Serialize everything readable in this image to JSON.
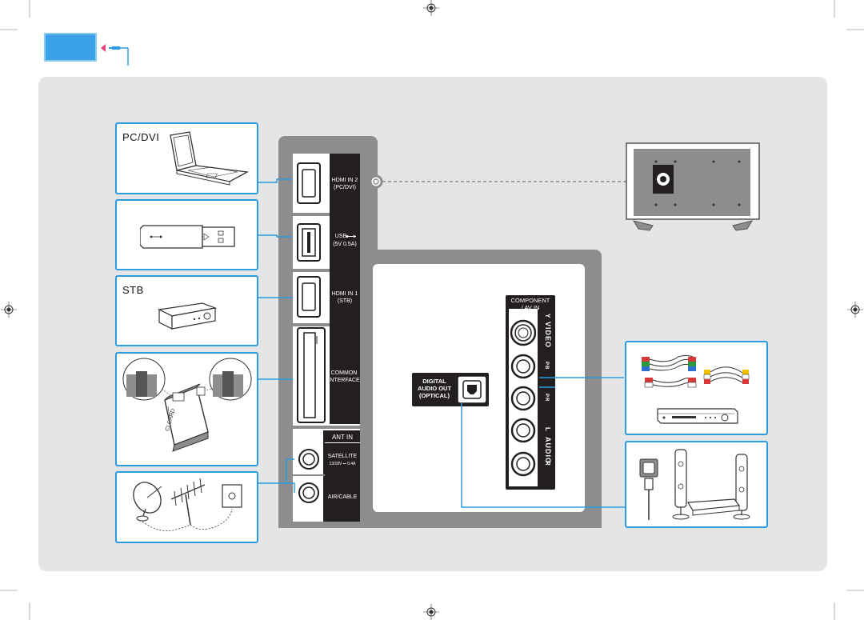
{
  "pc_dvi_label": "PC/DVI",
  "stb_label": "STB",
  "ports": {
    "hdmi2": "HDMI IN 2\n(PC/DVI)",
    "usb": "USB",
    "usb_rating": "(5V 0.5A)",
    "hdmi1": "HDMI IN 1\n(STB)",
    "common_interface": "COMMON\nINTERFACE",
    "ant_in": "ANT IN",
    "satellite": "SATELLITE",
    "satellite_rating": "13/18V ⎓ 0.4A",
    "air_cable": "AIR/CABLE"
  },
  "component": {
    "header": "COMPONENT\n/ AV IN",
    "video": "VIDEO",
    "audio": "AUDIO",
    "y_mark": "Y",
    "pb_mark": "PB",
    "pr_mark": "PR",
    "l_mark": "L",
    "r_mark": "R"
  },
  "optical": {
    "label": "DIGITAL\nAUDIO OUT\n(OPTICAL)"
  },
  "ci_card_text": "CI CARD",
  "colors": {
    "accent": "#2f9be0",
    "line": "#2f9be0",
    "background": "#e4e5e7",
    "panel": "#8c8d8f",
    "port_black": "#231f20",
    "arrow_pink": "#e8437a"
  }
}
